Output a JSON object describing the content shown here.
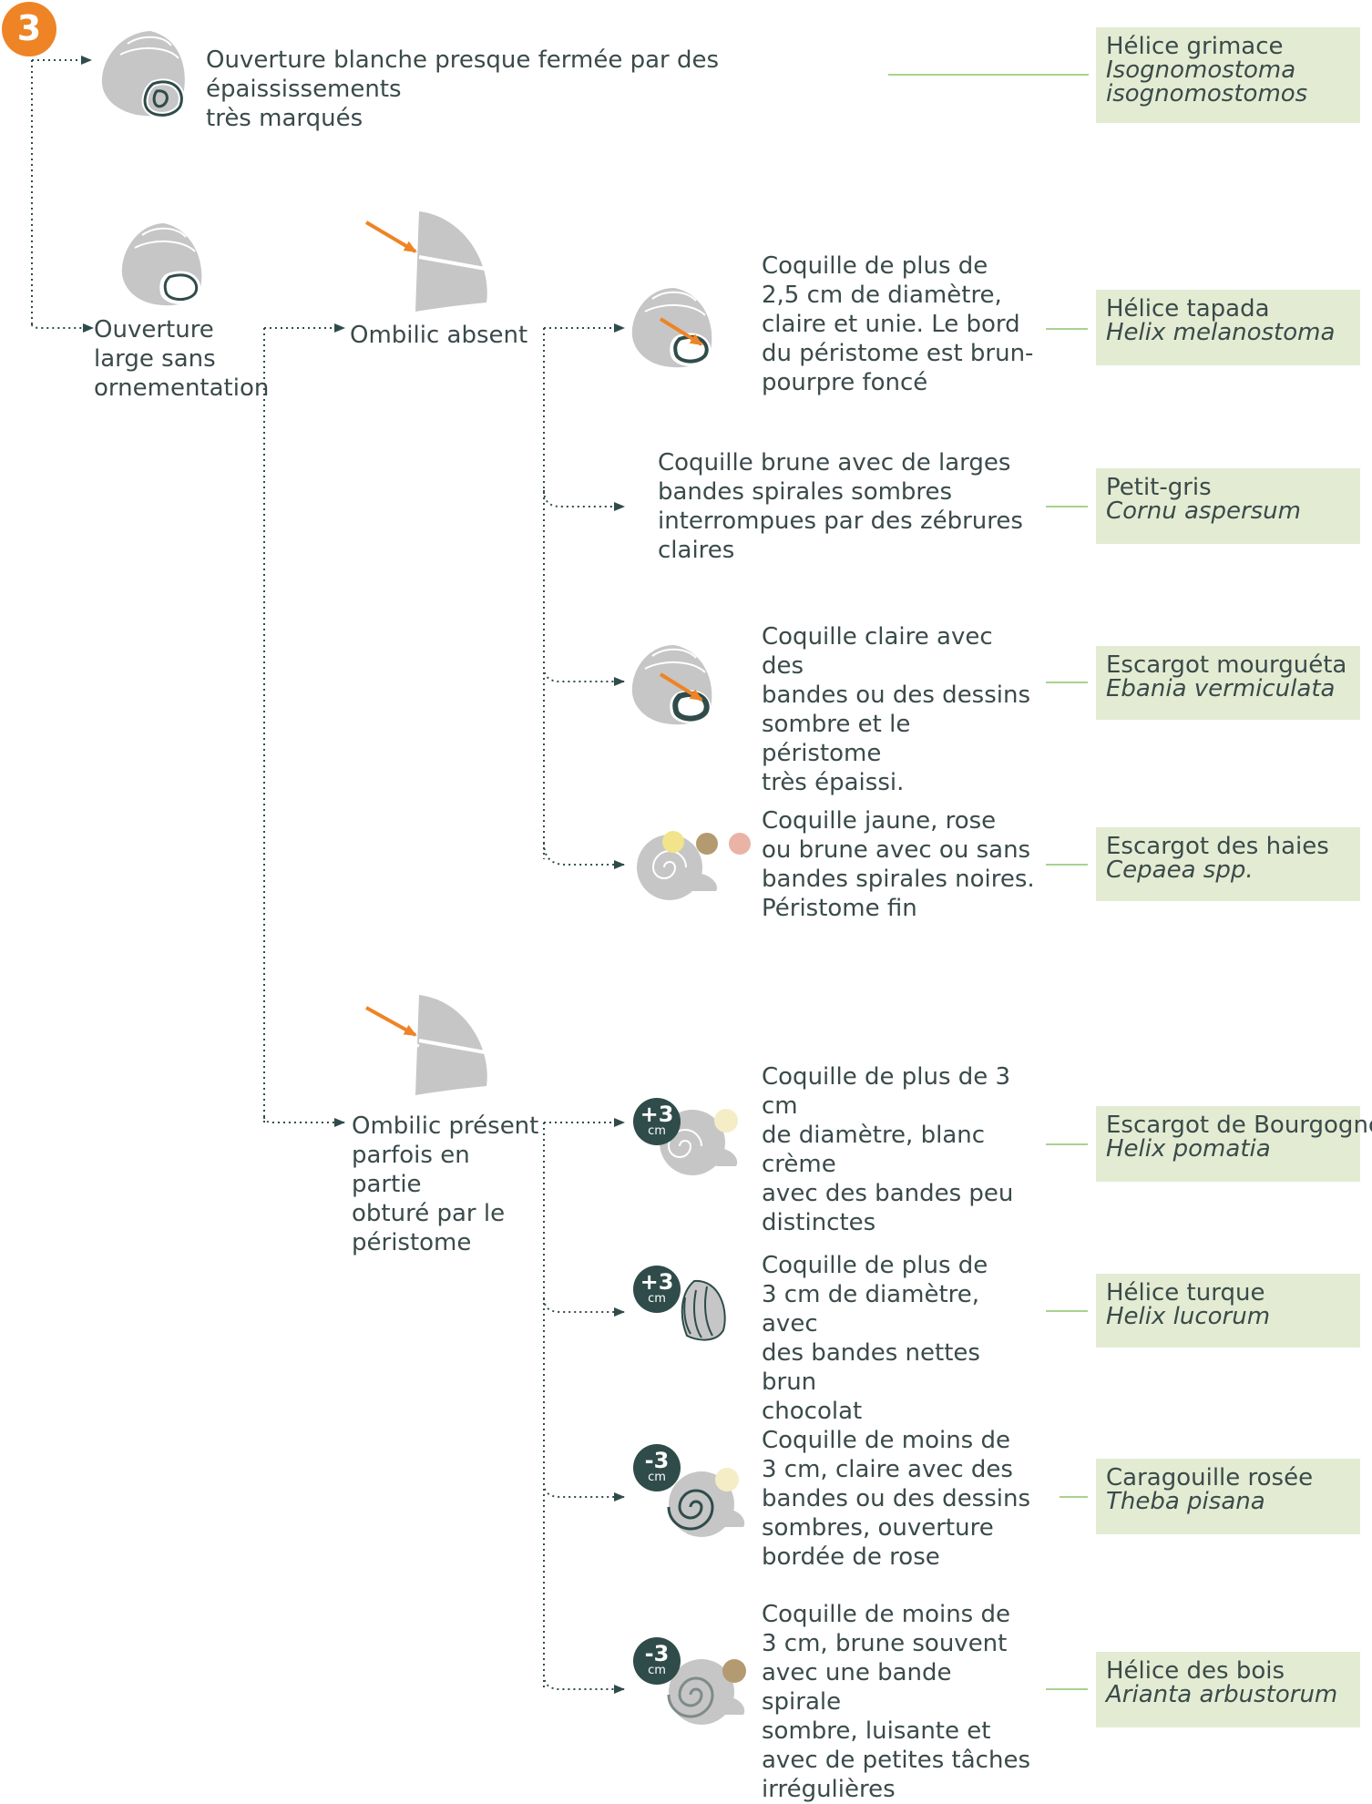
{
  "step_number": "3",
  "first": {
    "text": "Ouverture blanche presque fermée par des épaississements\ntrès marqués",
    "species": {
      "common": "Hélice grimace",
      "latin": "Isognomostoma\nisognomostomos"
    }
  },
  "branch_wide": {
    "text": "Ouverture\nlarge sans\nornementation"
  },
  "ombilic_absent": {
    "text": "Ombilic absent",
    "items": [
      {
        "text": "Coquille de plus de\n2,5 cm de diamètre,\nclaire et unie. Le bord\ndu péristome est brun-\npourpre foncé",
        "common": "Hélice tapada",
        "latin": "Helix melanostoma"
      },
      {
        "text": "Coquille brune avec de larges\nbandes spirales sombres\ninterrompues  par des zébrures\nclaires",
        "common": "Petit-gris",
        "latin": "Cornu aspersum"
      },
      {
        "text": "Coquille claire avec des\nbandes ou des dessins\nsombre et le péristome\ntrès épaissi.",
        "common": "Escargot mourguéta",
        "latin": "Ebania vermiculata"
      },
      {
        "text": "Coquille jaune, rose\nou brune avec ou sans\nbandes spirales noires.\nPéristome fin",
        "common": "Escargot des haies",
        "latin": "Cepaea spp."
      }
    ]
  },
  "ombilic_present": {
    "text": "Ombilic présent\nparfois en partie\nobturé par le\npéristome",
    "items": [
      {
        "badge": "+3",
        "unit": "cm",
        "text": "Coquille de plus de 3 cm\nde diamètre, blanc crème\navec des bandes peu\ndistinctes",
        "common": "Escargot de Bourgogne",
        "latin": "Helix pomatia"
      },
      {
        "badge": "+3",
        "unit": "cm",
        "text": "Coquille de plus de\n3 cm de diamètre, avec\ndes bandes nettes brun\nchocolat",
        "common": "Hélice turque",
        "latin": "Helix lucorum"
      },
      {
        "badge": "-3",
        "unit": "cm",
        "text": "Coquille de moins de\n3 cm, claire avec des\nbandes ou des dessins\nsombres, ouverture\nbordée de rose",
        "common": "Caragouille rosée",
        "latin": "Theba pisana"
      },
      {
        "badge": "-3",
        "unit": "cm",
        "text": "Coquille de moins de\n3 cm, brune souvent\navec une bande spirale\nsombre, luisante et\navec de petites tâches\nirrégulières",
        "common": "Hélice des bois",
        "latin": "Arianta arbustorum"
      }
    ]
  },
  "colors": {
    "accent_orange": "#ee8425",
    "shell_gray": "#c6c6c6",
    "dark_teal": "#2f4c4a",
    "species_bg": "#e3ecd3",
    "leader_green": "#8cc46a",
    "dot_yellow": "#f1e48a",
    "dot_brown": "#b49a70",
    "dot_pink": "#e9b3a6"
  }
}
